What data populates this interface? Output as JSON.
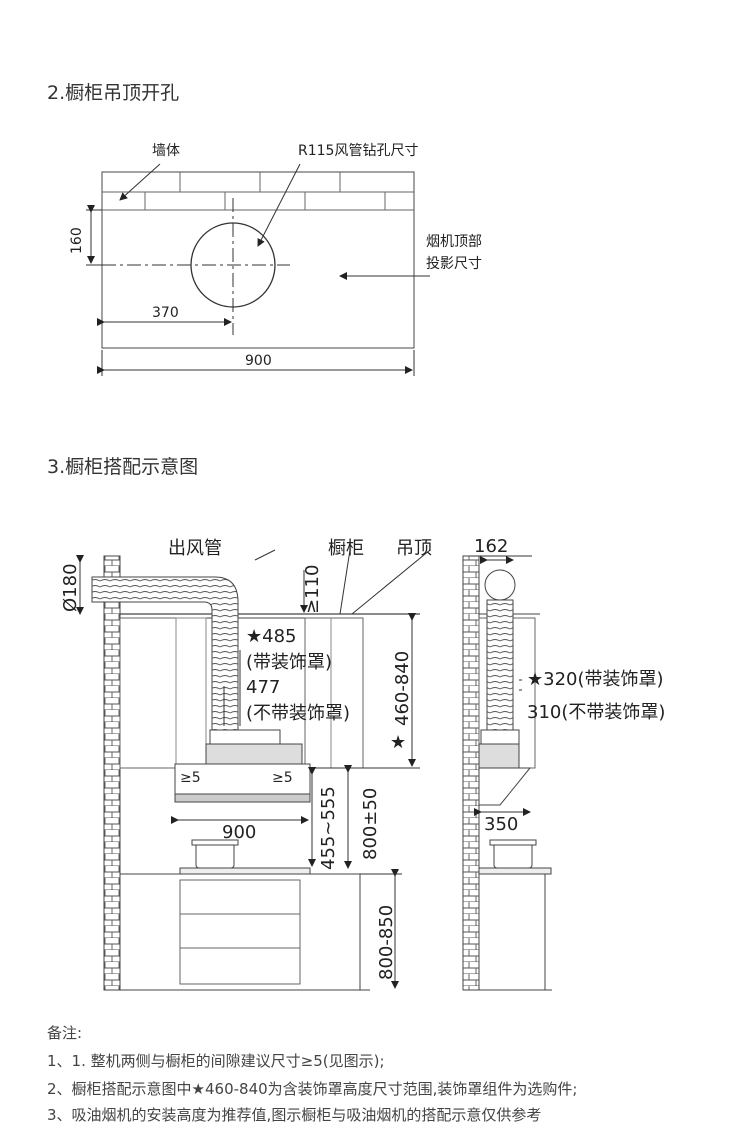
{
  "section2": {
    "title": "2.橱柜吊顶开孔",
    "wall_label": "墙体",
    "hole_label": "R115风管钻孔尺寸",
    "projection_label_1": "烟机顶部",
    "projection_label_2": "投影尺寸",
    "dim_160": "160",
    "dim_370": "370",
    "dim_900": "900"
  },
  "section3": {
    "title": "3.橱柜搭配示意图",
    "duct_label": "出风管",
    "cabinet_label": "橱柜",
    "ceiling_label": "吊顶",
    "dim_phi180": "Ø180",
    "dim_ge110": "≥110",
    "dim_485": "★485",
    "dim_485_note": "(带装饰罩)",
    "dim_477": "477",
    "dim_477_note": "(不带装饰罩)",
    "dim_460_840": "460-840",
    "star": "★",
    "gap_left": "≥5",
    "gap_right": "≥5",
    "dim_900": "900",
    "dim_455_555": "455~555",
    "dim_800_50": "800±50",
    "dim_800_850": "800-850",
    "dim_162": "162",
    "dim_320": "★320(带装饰罩)",
    "dim_310": "310(不带装饰罩)",
    "dim_350": "350"
  },
  "notes": {
    "heading": "备注:",
    "line1": "1、1. 整机两侧与橱柜的间隙建议尺寸≥5(见图示);",
    "line2": "2、橱柜搭配示意图中★460-840为含装饰罩高度尺寸范围,装饰罩组件为选购件;",
    "line3": "3、吸油烟机的安装高度为推荐值,图示橱柜与吸油烟机的搭配示意仅供参考"
  }
}
